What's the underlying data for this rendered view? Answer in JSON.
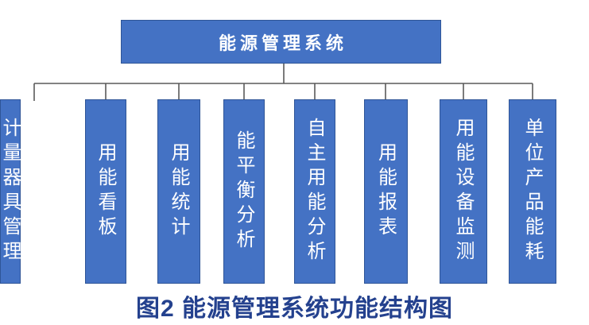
{
  "figure": {
    "caption": "图2 能源管理系统功能结构图"
  },
  "tree": {
    "root": {
      "label": "能源管理系统"
    },
    "children": [
      {
        "label": "用能看板"
      },
      {
        "label": "用能统计"
      },
      {
        "label": "能平衡分析"
      },
      {
        "label": "自主用能分析"
      },
      {
        "label": "用能报表"
      },
      {
        "label": "用能设备监测"
      },
      {
        "label": "单位产品能耗"
      },
      {
        "label": "计量器具管理"
      }
    ]
  },
  "colors": {
    "box_fill": "#4472C4",
    "box_border": "#2F5597",
    "box_text": "#FFFFFF",
    "connector_line": "#5A5A5A",
    "caption_text": "#24418E",
    "background": "#FFFFFF"
  }
}
